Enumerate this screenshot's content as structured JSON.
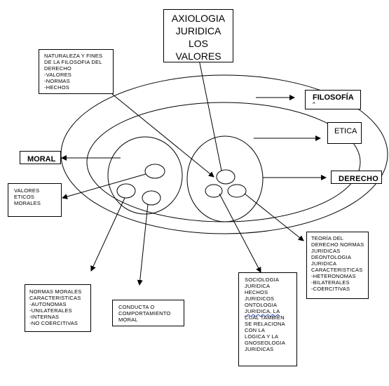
{
  "axiologia": [
    "AXIOLOGIA",
    "JURIDICA",
    "LOS",
    "VALORES"
  ],
  "naturaleza": [
    "NATURALEZA Y FINES",
    "DE LA FILOSOFIA DEL",
    "DERECHO",
    "-VALORES",
    "-NORMAS",
    "-HECHOS"
  ],
  "filosofia": "FILOSOFÍA",
  "filosofia_mark": "^",
  "etica": "ETICA",
  "moral": "MORAL",
  "derecho": "DERECHO",
  "valores_eticos": [
    "VALORES",
    "ETICOS",
    "MORALES"
  ],
  "teoria": [
    "TEORÍA DEL",
    "DERECHO NORMAS",
    "JURIDICAS",
    "DEONTOLOGIA",
    "JURIDICA",
    "CARACTERISTICAS",
    "-HETERONOMAS",
    "-BILATERALES",
    "-COERCITIVAS"
  ],
  "sociologia": [
    "SOCIOLOGIA",
    "JURIDICA",
    "HECHOS",
    "JURIDICOS",
    "ONTOLOGIA",
    "JURIDICA, LA",
    "CUAL TAMBIEN",
    "SE RELACIONA",
    "CON LA",
    "LOGICA Y LA",
    "GNOSEOLOGIA",
    "JURIDICAS"
  ],
  "conducta": [
    "CONDUCTA O",
    "COMPORTAMIENTO",
    "MORAL"
  ],
  "normas_morales": [
    "NORMAS MORALES",
    "CARACTERISTICAS",
    "-AUTONOMAS",
    "-UNILATERALES",
    "-INTERNAS",
    "-NO COERCITIVAS"
  ]
}
